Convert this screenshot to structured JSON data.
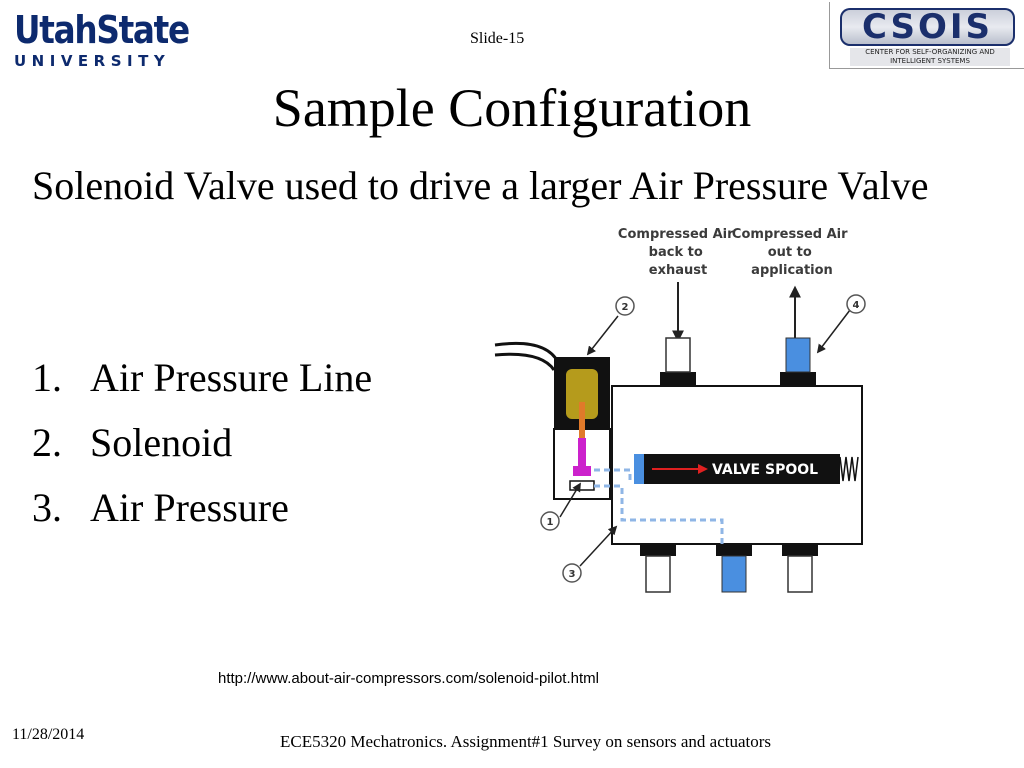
{
  "header": {
    "usu_logo_main": "UtahState",
    "usu_logo_sub": "UNIVERSITY",
    "slide_number": "Slide-15",
    "csois_logo_main": "CSOIS",
    "csois_logo_tagline": "CENTER FOR SELF-ORGANIZING AND INTELLIGENT SYSTEMS"
  },
  "slide": {
    "title": "Sample Configuration",
    "intro": "Solenoid Valve used to drive a larger Air Pressure Valve",
    "items": [
      {
        "num": "1.",
        "label": "Air Pressure Line"
      },
      {
        "num": "2.",
        "label": "Solenoid"
      },
      {
        "num": "3.",
        "label": "Air Pressure"
      }
    ]
  },
  "diagram": {
    "callout_exhaust": [
      "Compressed Air",
      "back to",
      "exhaust"
    ],
    "callout_application": [
      "Compressed Air",
      "out to",
      "application"
    ],
    "spool_label": "VALVE SPOOL",
    "markers": [
      "1",
      "2",
      "3",
      "4"
    ],
    "colors": {
      "air_blue": "#4a8fe0",
      "solenoid_coil": "#b59b1c",
      "plunger": "#cc22cc",
      "spool": "#111111",
      "spool_arrow": "#e02020"
    }
  },
  "source": "http://www.about-air-compressors.com/solenoid-pilot.html",
  "footer": {
    "date": "11/28/2014",
    "course": "ECE5320 Mechatronics. Assignment#1 Survey on sensors and actuators"
  }
}
